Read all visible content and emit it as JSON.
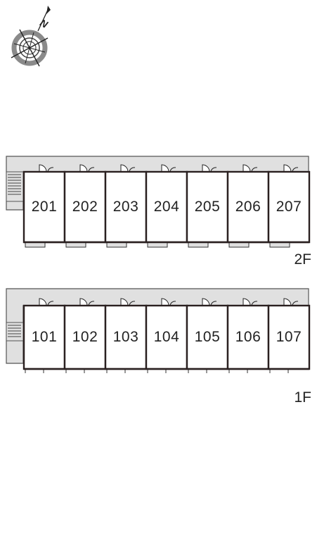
{
  "compass": {
    "label": "N",
    "icon": "compass-rose-icon"
  },
  "floors": [
    {
      "id": "2F",
      "label": "2F",
      "units": [
        "201",
        "202",
        "203",
        "204",
        "205",
        "206",
        "207"
      ],
      "balcony": true
    },
    {
      "id": "1F",
      "label": "1F",
      "units": [
        "101",
        "102",
        "103",
        "104",
        "105",
        "106",
        "107"
      ],
      "balcony": false
    }
  ],
  "colors": {
    "corridor": "#e0e0e0",
    "wall": "#2a2020",
    "outline": "#555555",
    "compass_ring": "#8a8a8a"
  }
}
